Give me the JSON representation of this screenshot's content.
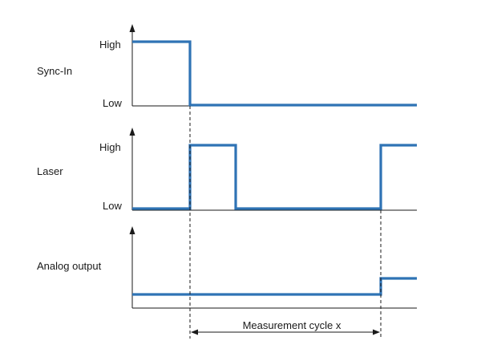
{
  "signals": [
    {
      "name": "Sync-In",
      "level_high_label": "High",
      "level_low_label": "Low"
    },
    {
      "name": "Laser",
      "level_high_label": "High",
      "level_low_label": "Low"
    },
    {
      "name": "Analog output"
    }
  ],
  "measurement_cycle_label": "Measurement cycle x",
  "colors": {
    "signal": "#2f73b5",
    "axis": "#1a1a1a",
    "background": "#ffffff"
  }
}
